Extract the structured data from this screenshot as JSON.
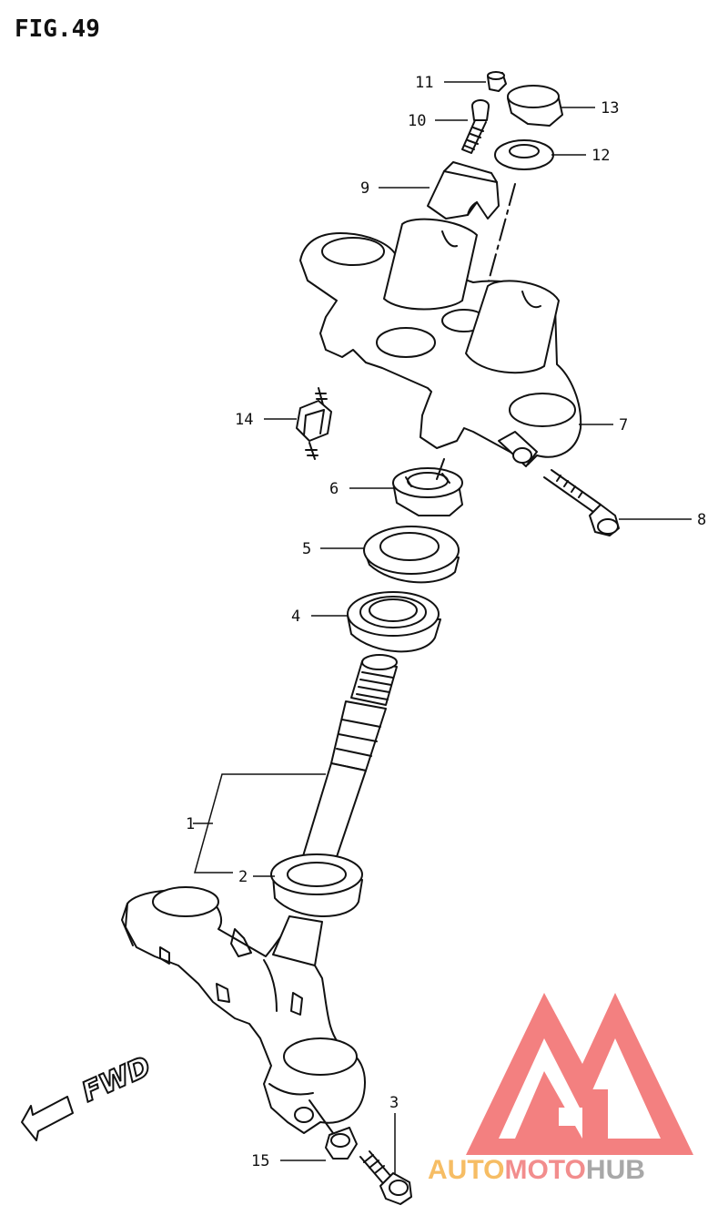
{
  "figure_title": "FIG.49",
  "direction_label": "FWD",
  "part_numbers": [
    "1",
    "2",
    "3",
    "4",
    "5",
    "6",
    "7",
    "8",
    "9",
    "10",
    "11",
    "12",
    "13",
    "14",
    "15"
  ],
  "watermark": {
    "text_auto": "AUTO",
    "text_moto": "MOTO",
    "text_hub": "HUB",
    "color_logo": "#f26b6b",
    "color_auto": "#f5b24a",
    "color_moto": "#f07a7a",
    "color_hub": "#9a9a9a"
  }
}
